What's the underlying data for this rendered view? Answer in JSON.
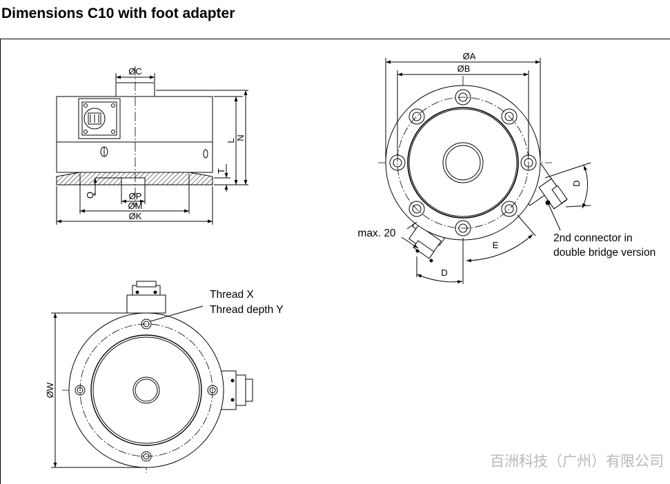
{
  "title": "Dimensions C10 with foot adapter",
  "side_view": {
    "labels": {
      "dia_c": "ØC",
      "len_l": "L",
      "len_n": "N",
      "len_t": "T",
      "len_q": "Q",
      "dia_p": "ØP",
      "dia_m": "ØM",
      "dia_k": "ØK"
    }
  },
  "top_view": {
    "labels": {
      "dia_a": "ØA",
      "dia_b": "ØB",
      "len_d_right": "D",
      "len_d_bottom": "D",
      "len_e": "E",
      "max20": "max. 20"
    },
    "connector_note": [
      "2nd connector in",
      "double bridge version"
    ]
  },
  "bottom_view": {
    "labels": {
      "dia_w": "ØW"
    },
    "thread_note": [
      "Thread X",
      "Thread depth Y"
    ]
  },
  "watermark": "百洲科技（广州）有限公司"
}
